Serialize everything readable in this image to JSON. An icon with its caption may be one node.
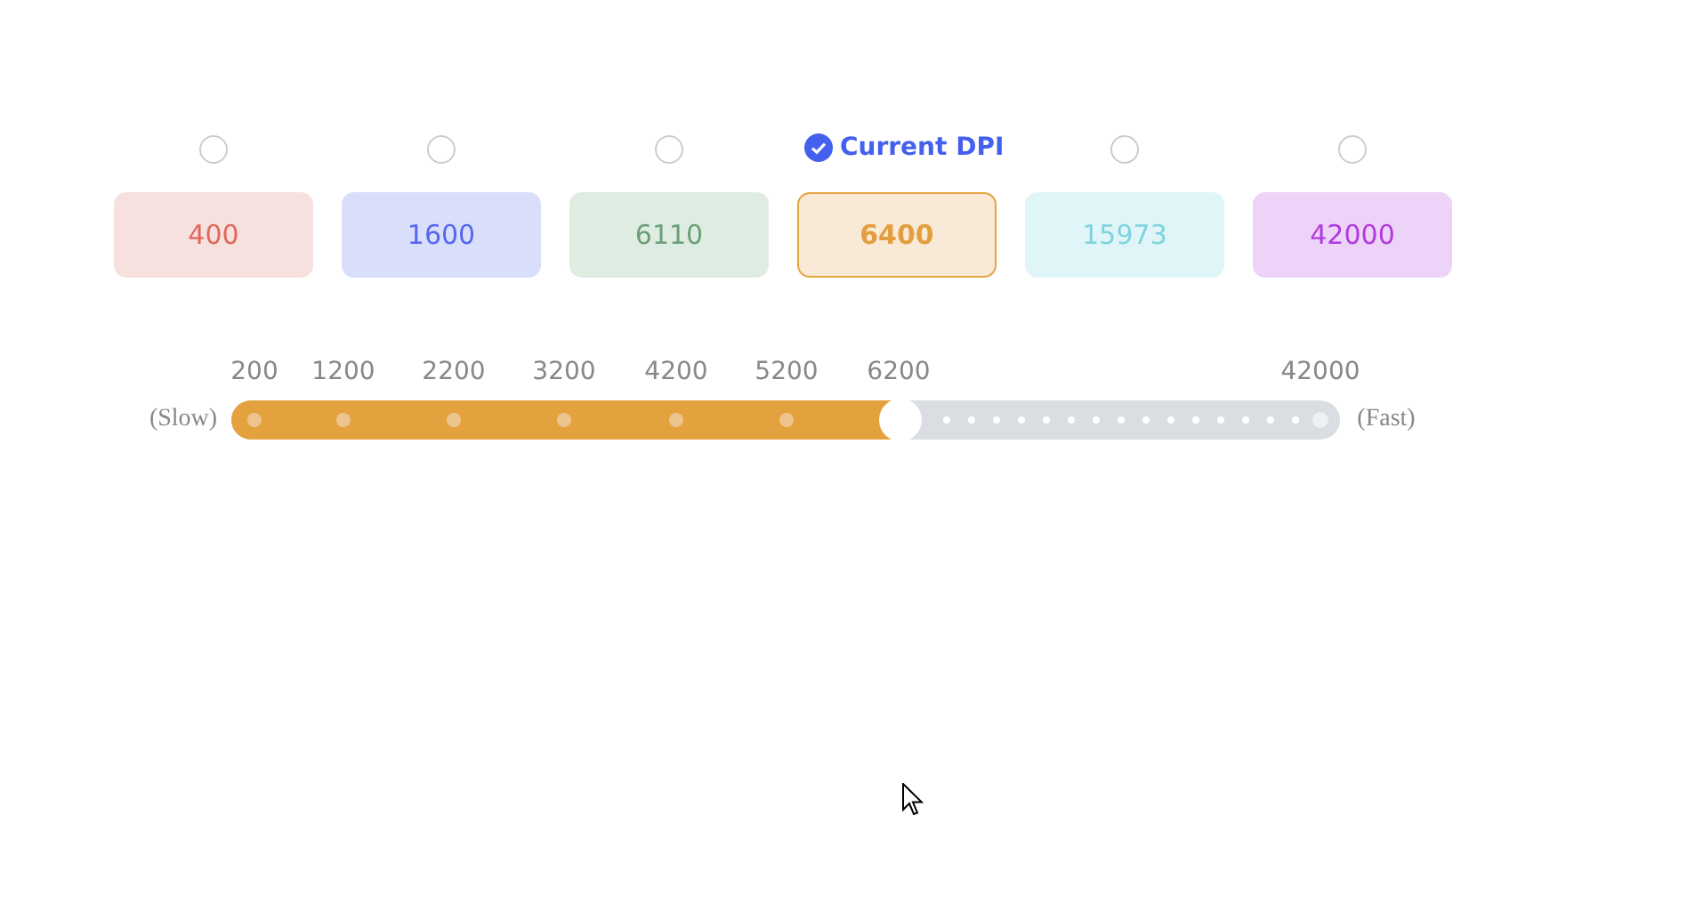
{
  "diagram": {
    "nodes": [
      {
        "text": [
          "400"
        ]
      },
      {
        "text": [
          "1600"
        ]
      },
      {
        "text": [
          "6110"
        ]
      },
      {
        "text": [
          "6400"
        ],
        "beside": [
          "Current DPI"
        ]
      },
      {
        "text": [
          "15973"
        ]
      },
      {
        "text": [
          "42000"
        ]
      }
    ],
    "labels": [
      "200",
      "1200",
      "2200",
      "3200",
      "4200",
      "5200",
      "6200",
      "42000",
      "(Slow)",
      "(Fast)"
    ]
  }
}
